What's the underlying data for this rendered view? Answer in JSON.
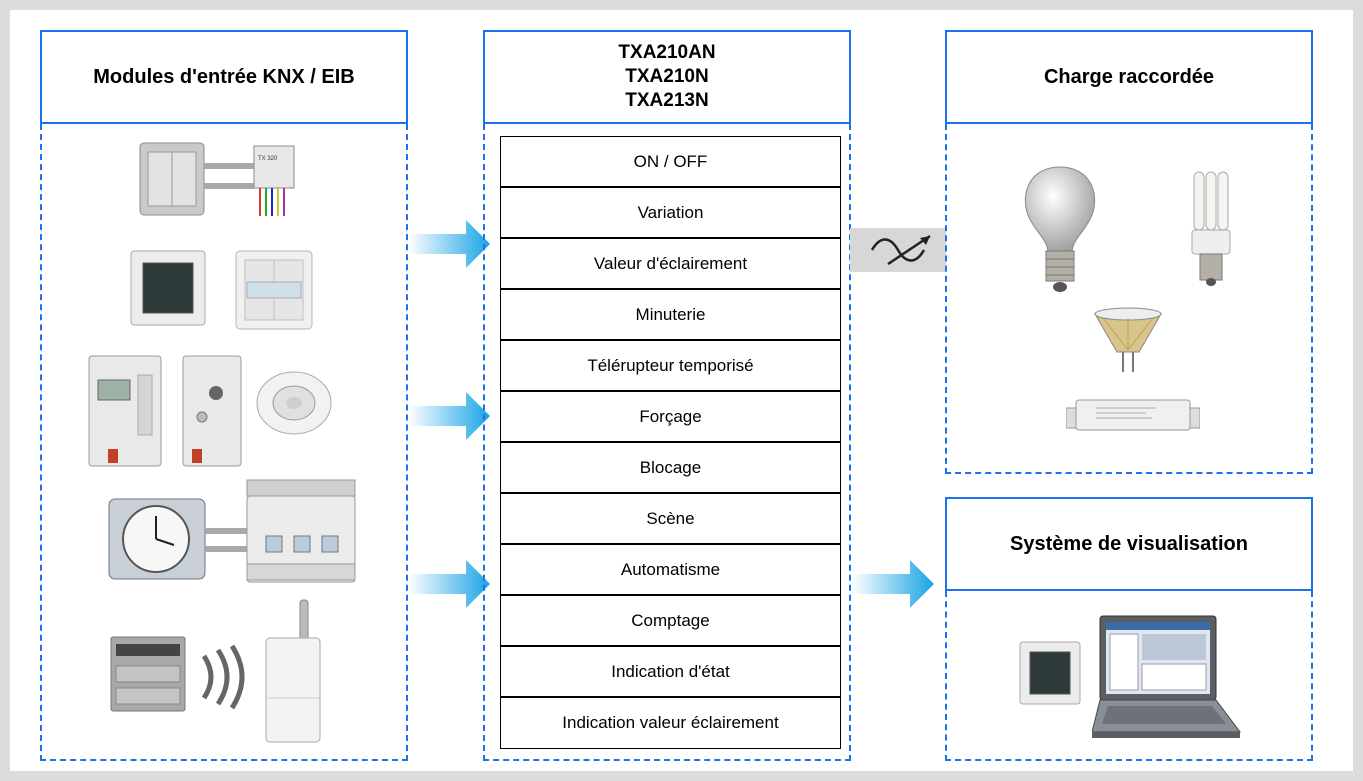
{
  "inputs": {
    "title": "Modules d'entrée KNX / EIB",
    "devices": [
      "switch-interface-icon",
      "touch-screen-icon",
      "push-button-icon",
      "din-module-icon",
      "dimmer-module-icon",
      "presence-detector-icon",
      "time-switch-icon",
      "din-actuator-icon",
      "rf-keypad-icon",
      "radio-waves-icon",
      "rf-receiver-icon"
    ]
  },
  "product": {
    "models": [
      "TXA210AN",
      "TXA210N",
      "TXA213N"
    ],
    "functions": [
      "ON / OFF",
      "Variation",
      "Valeur d'éclairement",
      "Minuterie",
      "Télérupteur temporisé",
      "Forçage",
      "Blocage",
      "Scène",
      "Automatisme",
      "Comptage",
      "Indication d'état",
      "Indication valeur éclairement"
    ]
  },
  "load": {
    "title": "Charge raccordée",
    "devices": [
      "incandescent-bulb-icon",
      "cfl-bulb-icon",
      "halogen-spot-icon",
      "led-driver-icon"
    ]
  },
  "visualisation": {
    "title": "Système de visualisation",
    "devices": [
      "touch-screen-icon",
      "laptop-icon"
    ]
  },
  "colors": {
    "accent": "#1a73e8",
    "arrow": "#19a3e6",
    "background": "#dcdcdc"
  },
  "dimmer_symbol": "dimmer-symbol-icon"
}
